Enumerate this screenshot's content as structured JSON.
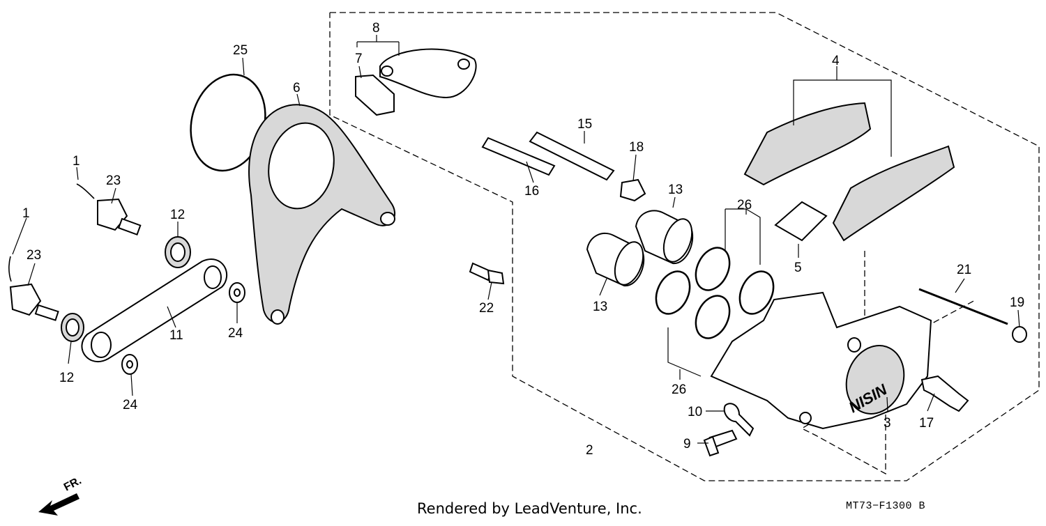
{
  "diagram": {
    "callouts": {
      "p1a": "1",
      "p23a": "23",
      "p1b": "1",
      "p23b": "23",
      "p12a": "12",
      "p12b": "12",
      "p11": "11",
      "p24a": "24",
      "p24b": "24",
      "p25": "25",
      "p6": "6",
      "p8": "8",
      "p7": "7",
      "p15": "15",
      "p16": "16",
      "p18": "18",
      "p22": "22",
      "p13a": "13",
      "p13b": "13",
      "p26a": "26",
      "p26b": "26",
      "p4": "4",
      "p5": "5",
      "p21": "21",
      "p19": "19",
      "p10": "10",
      "p9": "9",
      "p2": "2",
      "p3": "3",
      "p17": "17"
    },
    "front_label": "FR.",
    "diagram_code": "MT73−F1300 B",
    "credit": "Rendered by LeadVenture, Inc."
  }
}
